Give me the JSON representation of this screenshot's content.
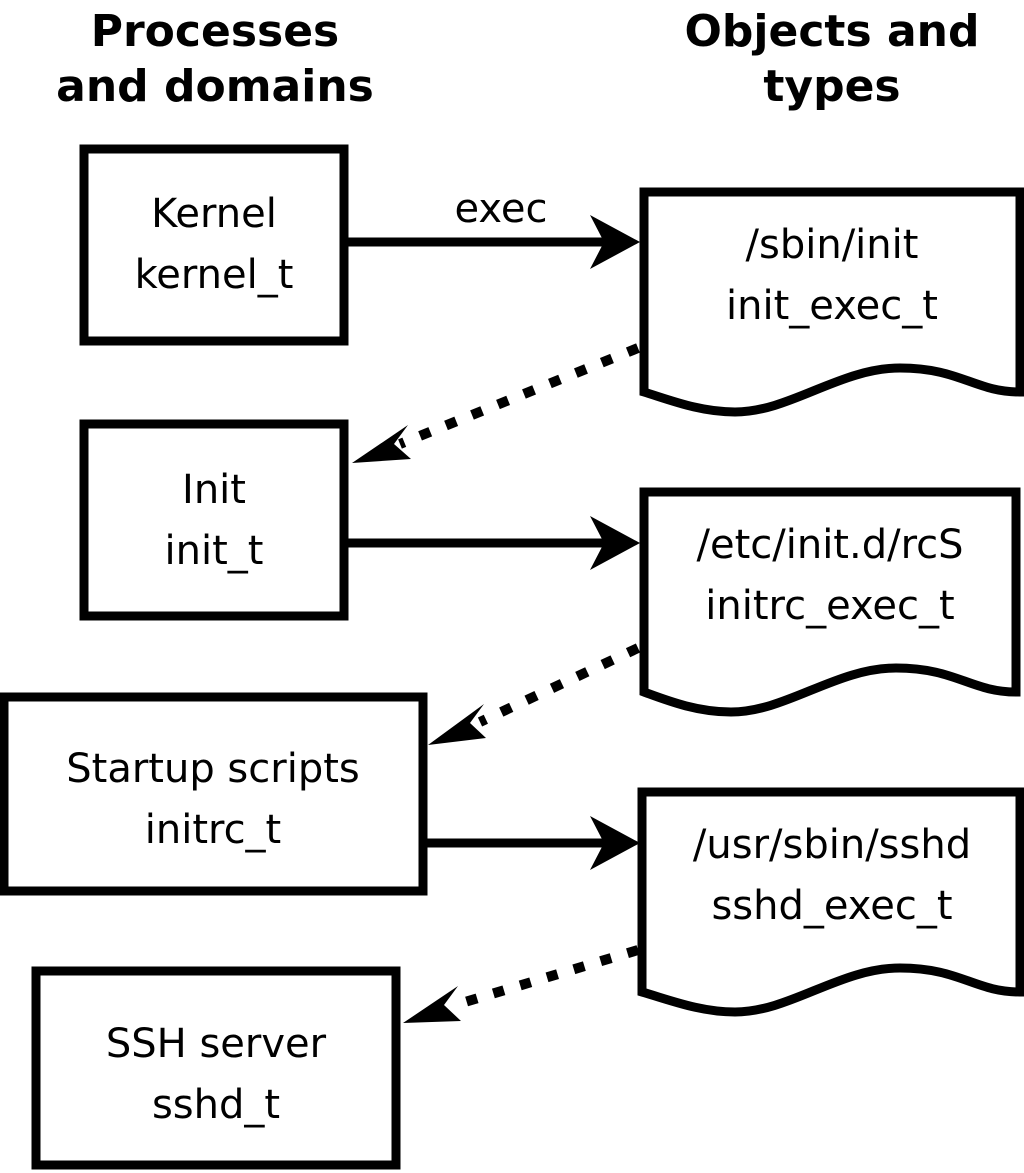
{
  "columns": {
    "left": {
      "header_line1": "Processes",
      "header_line2": "and domains"
    },
    "right": {
      "header_line1": "Objects and",
      "header_line2": "types"
    }
  },
  "domains": [
    {
      "id": "kernel",
      "title": "Kernel",
      "type": "kernel_t"
    },
    {
      "id": "init",
      "title": "Init",
      "type": "init_t"
    },
    {
      "id": "initrc",
      "title": "Startup scripts",
      "type": "initrc_t"
    },
    {
      "id": "sshd",
      "title": "SSH server",
      "type": "sshd_t"
    }
  ],
  "objects": [
    {
      "id": "init_exec",
      "path": "/sbin/init",
      "type": "init_exec_t"
    },
    {
      "id": "initrc_exec",
      "path": "/etc/init.d/rcS",
      "type": "initrc_exec_t"
    },
    {
      "id": "sshd_exec",
      "path": "/usr/sbin/sshd",
      "type": "sshd_exec_t"
    }
  ],
  "edges": [
    {
      "id": "kernel-exec-init",
      "from": "kernel",
      "to": "init_exec",
      "label": "exec",
      "style": "solid"
    },
    {
      "id": "initexec-transition-init",
      "from": "init_exec",
      "to": "init",
      "label": "",
      "style": "dotted"
    },
    {
      "id": "init-exec-initrc",
      "from": "init",
      "to": "initrc_exec",
      "label": "",
      "style": "solid"
    },
    {
      "id": "initrcexec-transition-initrc",
      "from": "initrc_exec",
      "to": "initrc",
      "label": "",
      "style": "dotted"
    },
    {
      "id": "initrc-exec-sshd",
      "from": "initrc",
      "to": "sshd_exec",
      "label": "",
      "style": "solid"
    },
    {
      "id": "sshdexec-transition-sshd",
      "from": "sshd_exec",
      "to": "sshd",
      "label": "",
      "style": "dotted"
    }
  ],
  "colors": {
    "background": "#ffffff",
    "stroke": "#000000",
    "text": "#000000"
  }
}
